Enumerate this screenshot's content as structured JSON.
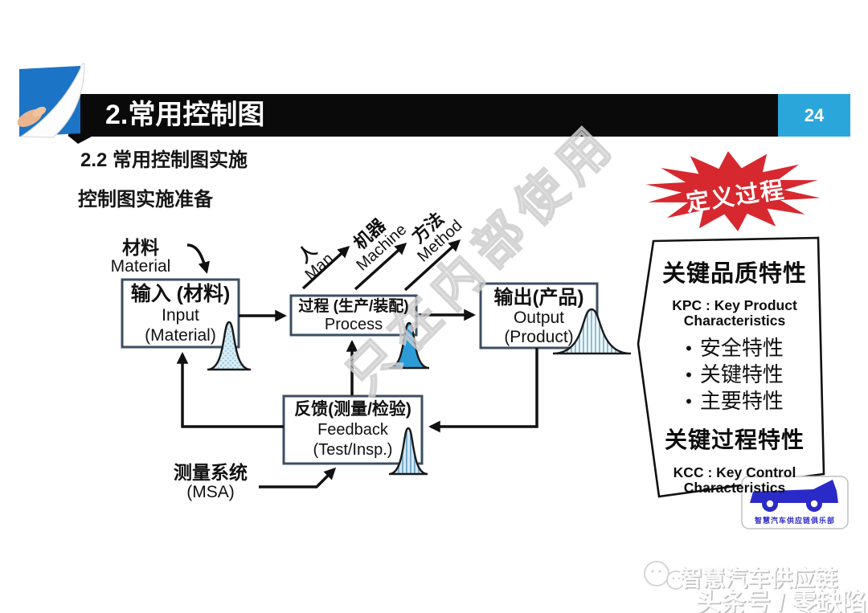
{
  "header": {
    "title": "2.常用控制图",
    "page_number": "24"
  },
  "subtitles": {
    "line1": "2.2 常用控制图实施",
    "line2": "控制图实施准备"
  },
  "badge": {
    "label": "定义过程"
  },
  "diagram": {
    "material_label": {
      "cn": "材料",
      "en": "Material"
    },
    "input_box": {
      "cn": "输入 (材料)",
      "en1": "Input",
      "en2": "(Material)"
    },
    "man_label": {
      "cn": "人",
      "en": "Man"
    },
    "machine_label": {
      "cn": "机器",
      "en": "Machine"
    },
    "method_label": {
      "cn": "方法",
      "en": "Method"
    },
    "process_box": {
      "cn": "过程 (生产/装配)",
      "en1": "Process"
    },
    "output_box": {
      "cn": "输出(产品)",
      "en1": "Output",
      "en2": "(Product)"
    },
    "feedback_box": {
      "cn": "反馈(测量/检验)",
      "en1": "Feedback",
      "en2": "(Test/Insp.)"
    },
    "msa_label": {
      "cn": "测量系统",
      "en": "(MSA)"
    }
  },
  "kpc_panel": {
    "title1": "关键品质特性",
    "subtitle1_line1": "KPC : Key Product",
    "subtitle1_line2": "Characteristics",
    "bullet_marker": "•",
    "bullets": [
      "安全特性",
      "关键特性",
      "主要特性"
    ],
    "title2": "关键过程特性",
    "subtitle2_line1": "KCC : Key Control",
    "subtitle2_line2": "Characteristics"
  },
  "watermarks": {
    "diagonal": "只在内部使用",
    "footer_line1": "智慧汽车供应链",
    "footer_line2": "头条号 / 零缺陷"
  },
  "logo": {
    "text": "智慧汽车供应链俱乐部"
  },
  "colors": {
    "accent_blue": "#2ba6da",
    "star_red": "#d7282f",
    "solid_curve_blue": "#2b9cd8",
    "box_border": "#3b4e63",
    "logo_blue": "#2a2ac8"
  }
}
